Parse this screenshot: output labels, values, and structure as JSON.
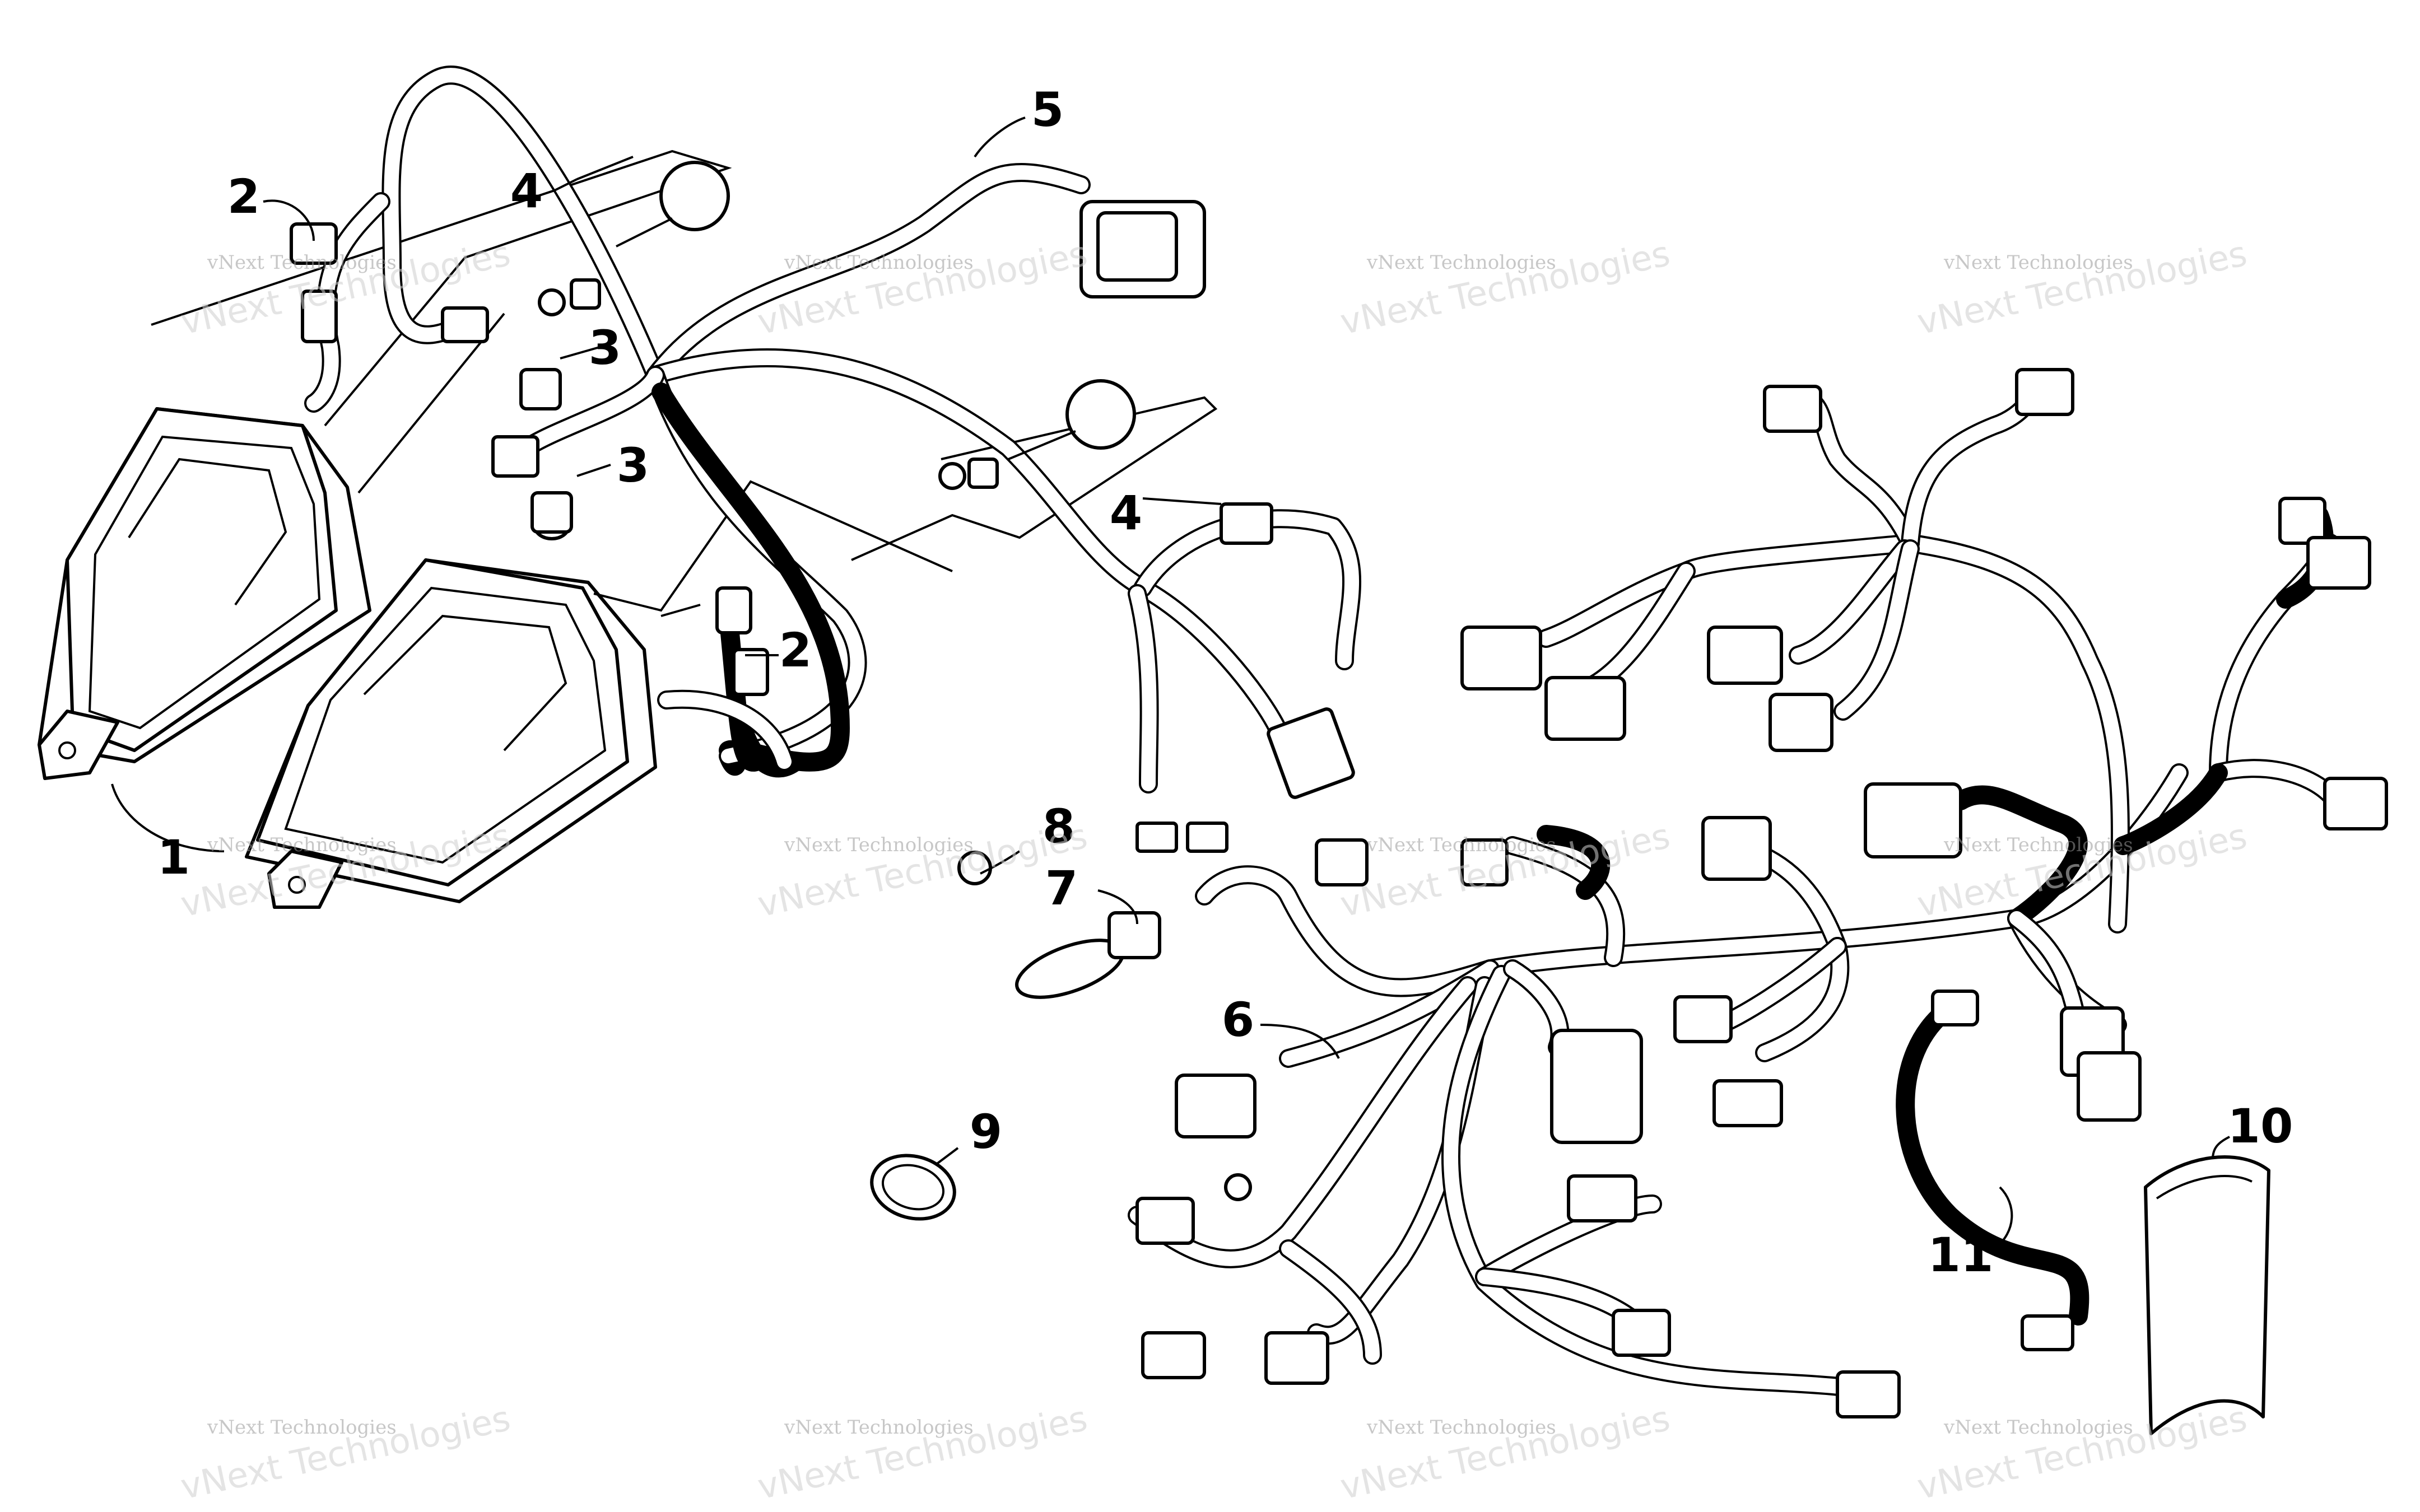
{
  "diagram": {
    "callouts": [
      {
        "id": "callout-1",
        "label": "1"
      },
      {
        "id": "callout-2a",
        "label": "2"
      },
      {
        "id": "callout-2b",
        "label": "2"
      },
      {
        "id": "callout-3a",
        "label": "3"
      },
      {
        "id": "callout-3b",
        "label": "3"
      },
      {
        "id": "callout-4a",
        "label": "4"
      },
      {
        "id": "callout-4b",
        "label": "4"
      },
      {
        "id": "callout-5",
        "label": "5"
      },
      {
        "id": "callout-6",
        "label": "6"
      },
      {
        "id": "callout-7",
        "label": "7"
      },
      {
        "id": "callout-8",
        "label": "8"
      },
      {
        "id": "callout-9",
        "label": "9"
      },
      {
        "id": "callout-10",
        "label": "10"
      },
      {
        "id": "callout-11",
        "label": "11"
      }
    ],
    "watermark": {
      "small_text": "vNext Technologies",
      "big_text": "vNext Technologies"
    }
  }
}
